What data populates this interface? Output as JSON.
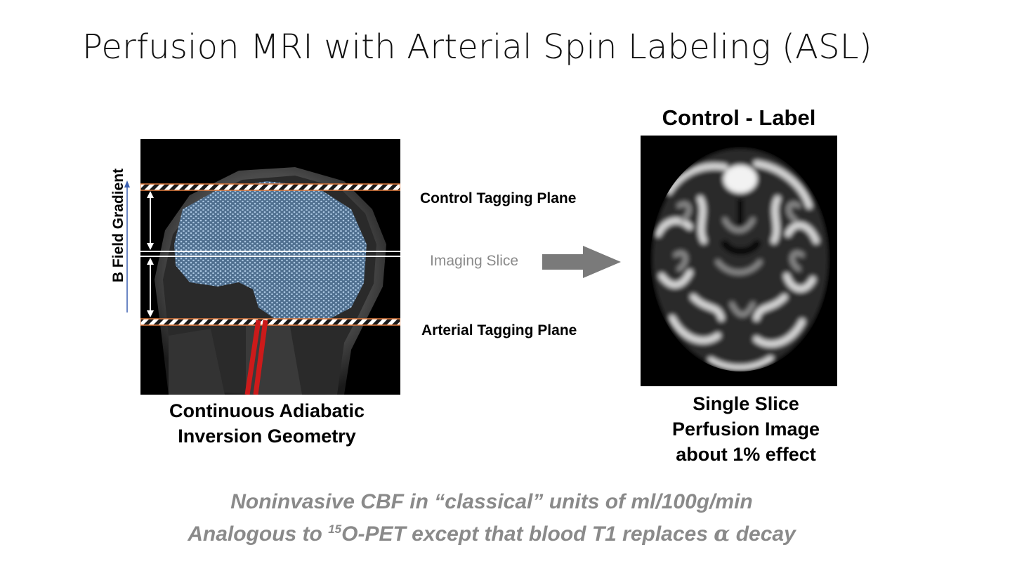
{
  "slide": {
    "title": "Perfusion MRI with Arterial Spin Labeling (ASL)"
  },
  "left_panel": {
    "axis_label": "B Field Gradient",
    "control_plane_label": "Control Tagging Plane",
    "arterial_plane_label": "Arterial Tagging Plane",
    "caption_line1": "Continuous Adiabatic",
    "caption_line2": "Inversion Geometry"
  },
  "middle": {
    "imaging_slice_label": "Imaging Slice"
  },
  "right_panel": {
    "heading": "Control - Label",
    "caption_line1": "Single Slice",
    "caption_line2": "Perfusion Image",
    "caption_line3": "about 1% effect"
  },
  "footer": {
    "line1": "Noninvasive CBF in “classical” units of ml/100g/min",
    "line2_a": "Analogous to ",
    "line2_sup": "15",
    "line2_b": "O-PET except that blood T1 replaces ",
    "line2_alpha": "α",
    "line2_c": " decay"
  },
  "colors": {
    "tag_stripe": "#e07a3c",
    "tagged_blood": "#cc1a1a",
    "gradient_arrow": "#3a5fb0",
    "slice_arrow": "#7a7a7a",
    "footer_text": "#8a8a8a"
  }
}
